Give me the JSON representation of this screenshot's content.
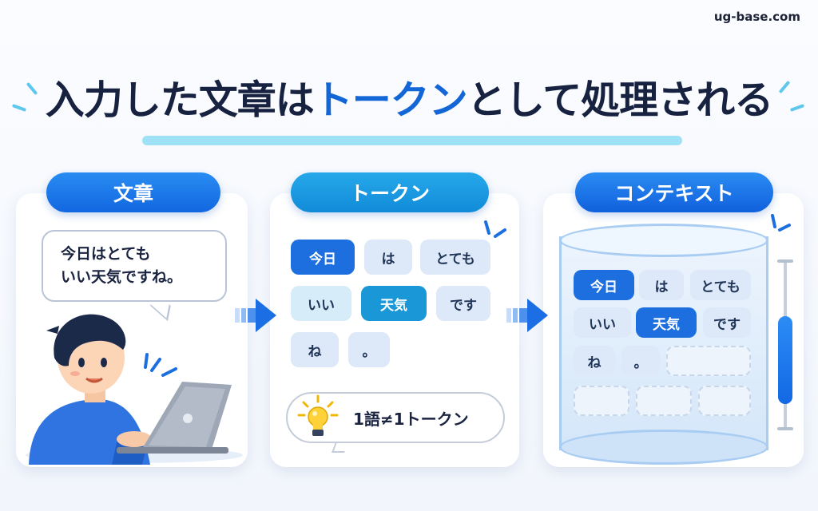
{
  "site": "ug-base.com",
  "title": {
    "part1": "入力した文章は",
    "highlight": "トークン",
    "part2": "として処理される"
  },
  "panels": {
    "sentence": {
      "label": "文章",
      "line1": "今日はとても",
      "line2": "いい天気ですね。"
    },
    "tokens": {
      "label": "トークン",
      "items": [
        "今日",
        "は",
        "とても",
        "いい",
        "天気",
        "です",
        "ね",
        "。"
      ],
      "tip": "1語≠1トークン"
    },
    "context": {
      "label": "コンテキスト",
      "items": [
        "今日",
        "は",
        "とても",
        "いい",
        "天気",
        "です",
        "ね",
        "。"
      ]
    }
  },
  "colors": {
    "accent": "#1366d6",
    "title": "#16223f",
    "teal": "#1a97d6",
    "token_bg": "#dde9f8",
    "underline": "#9fe2f5"
  },
  "icons": [
    "person-with-laptop-icon",
    "arrow-right-icon",
    "lightbulb-icon",
    "database-cylinder-icon",
    "gauge-icon"
  ],
  "gauge_fill_fraction": 0.5
}
